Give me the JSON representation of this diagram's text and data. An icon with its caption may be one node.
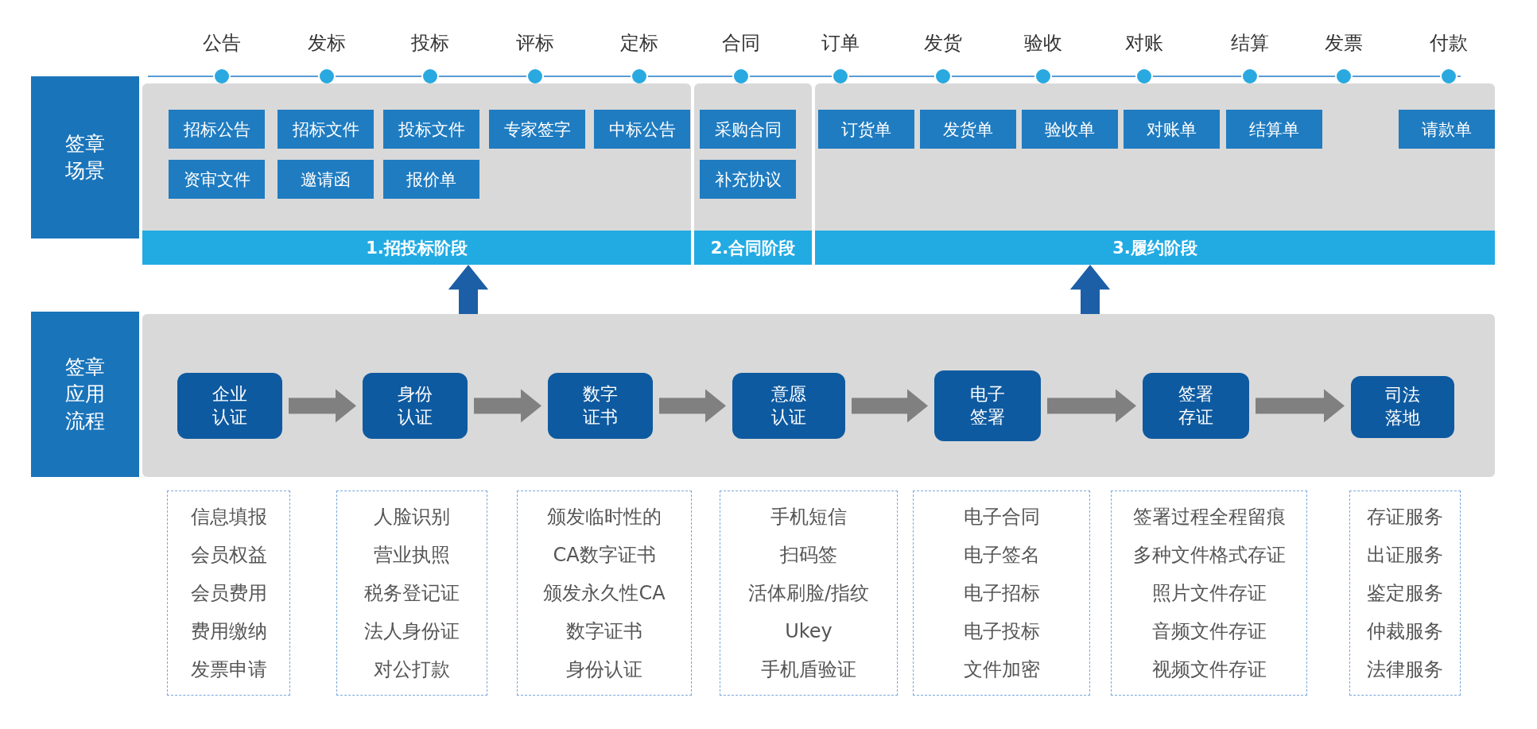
{
  "diagram": {
    "nodes": [
      {
        "text": [
          "签章场景"
        ]
      },
      {
        "text": [
          "1.招投标阶段"
        ]
      },
      {
        "text": [
          "招标公告"
        ],
        "in": 1
      },
      {
        "text": [
          "招标文件"
        ],
        "in": 1
      },
      {
        "text": [
          "投标文件"
        ],
        "in": 1
      },
      {
        "text": [
          "专家签字"
        ],
        "in": 1
      },
      {
        "text": [
          "中标公告"
        ],
        "in": 1
      },
      {
        "text": [
          "资审文件"
        ],
        "in": 1
      },
      {
        "text": [
          "邀请函"
        ],
        "in": 1
      },
      {
        "text": [
          "报价单"
        ],
        "in": 1
      },
      {
        "text": [
          "2.合同阶段"
        ]
      },
      {
        "text": [
          "采购合同"
        ],
        "in": 10
      },
      {
        "text": [
          "补充协议"
        ],
        "in": 10
      },
      {
        "text": [
          "3.履约阶段"
        ]
      },
      {
        "text": [
          "订货单"
        ],
        "in": 13
      },
      {
        "text": [
          "发货单"
        ],
        "in": 13
      },
      {
        "text": [
          "验收单"
        ],
        "in": 13
      },
      {
        "text": [
          "对账单"
        ],
        "in": 13
      },
      {
        "text": [
          "结算单"
        ],
        "in": 13
      },
      {
        "text": [
          "请款单"
        ],
        "in": 13
      },
      {
        "text": [
          "签章应用流程"
        ]
      },
      {
        "text": [],
        "shape": "box"
      },
      {
        "text": [
          "企业认证"
        ],
        "in": 21
      },
      {
        "text": [
          "身份认证"
        ],
        "in": 21
      },
      {
        "text": [
          "数字证书"
        ],
        "in": 21
      },
      {
        "text": [
          "意愿认证"
        ],
        "in": 21
      },
      {
        "text": [
          "电子签署"
        ],
        "in": 21
      },
      {
        "text": [
          "签署存证"
        ],
        "in": 21
      },
      {
        "text": [
          "司法落地"
        ],
        "in": 21
      },
      {
        "text": [
          "信息填报",
          "会员权益",
          "会员费用",
          "费用缴纳",
          "发票申请"
        ]
      },
      {
        "text": [
          "人脸识别",
          "营业执照",
          "税务登记证",
          "法人身份证",
          "对公打款"
        ]
      },
      {
        "text": [
          "颁发临时性的CA数字证书",
          "颁发永久性CA数字证书",
          "身份认证"
        ]
      },
      {
        "text": [
          "手机短信",
          "扫码签",
          "活体刷脸/指纹",
          "Ukey",
          "手机盾验证"
        ]
      },
      {
        "text": [
          "电子合同",
          "电子签名",
          "电子招标",
          "电子投标",
          "文件加密"
        ]
      },
      {
        "text": [
          "签署过程全程留痕",
          "多种文件格式存证",
          "照片文件存证",
          "音频文件存证",
          "视频文件存证"
        ]
      },
      {
        "text": [
          "存证服务",
          "出证服务",
          "鉴定服务",
          "仲裁服务",
          "法律服务"
        ]
      }
    ],
    "edges": [
      {
        "from": 22,
        "to": 23,
        "arrow": "to",
        "style": "thick"
      },
      {
        "from": 23,
        "to": 24,
        "arrow": "to",
        "style": "thick"
      },
      {
        "from": 24,
        "to": 25,
        "arrow": "to",
        "style": "thick"
      },
      {
        "from": 25,
        "to": 26,
        "arrow": "to",
        "style": "thick"
      },
      {
        "from": 26,
        "to": 27,
        "arrow": "to",
        "style": "thick"
      },
      {
        "from": 27,
        "to": 28,
        "arrow": "to",
        "style": "thick"
      },
      {
        "from": 21,
        "to": 1,
        "arrow": "to",
        "style": "thick",
        "color": "#1d5fa6"
      },
      {
        "from": 21,
        "to": 13,
        "arrow": "to",
        "style": "thick",
        "color": "#1d5fa6"
      }
    ],
    "labels": [
      "公告",
      "发标",
      "投标",
      "评标",
      "定标",
      "合同",
      "订单",
      "发货",
      "验收",
      "对账",
      "结算",
      "发票",
      "付款"
    ]
  }
}
